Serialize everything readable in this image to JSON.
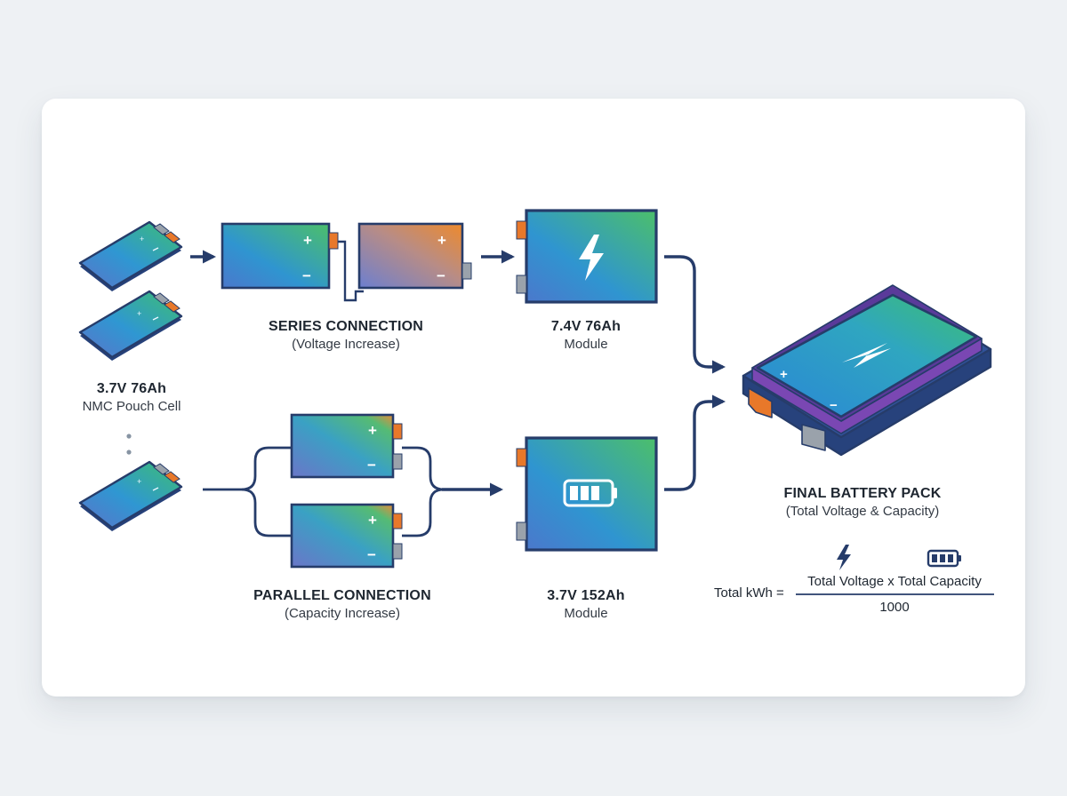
{
  "cell": {
    "title": "3.7V 76Ah",
    "subtitle": "NMC Pouch Cell"
  },
  "series": {
    "title": "SERIES CONNECTION",
    "subtitle": "(Voltage Increase)"
  },
  "parallel": {
    "title": "PARALLEL CONNECTION",
    "subtitle": "(Capacity Increase)"
  },
  "module_series": {
    "title": "7.4V 76Ah",
    "subtitle": "Module"
  },
  "module_parallel": {
    "title": "3.7V 152Ah",
    "subtitle": "Module"
  },
  "pack": {
    "title": "FINAL BATTERY PACK",
    "subtitle": "(Total Voltage & Capacity)"
  },
  "formula": {
    "lhs": "Total kWh =",
    "numerator": "Total Voltage x Total Capacity",
    "denominator": "1000"
  },
  "symbols": {
    "plus": "+",
    "minus": "−"
  },
  "icons": [
    "lightning-bolt-icon",
    "battery-level-icon"
  ],
  "colors": {
    "outline": "#263c6a",
    "positive_terminal": "#e8782a",
    "negative_terminal": "#9aa2ab",
    "cell_gradient_start": "#2a8fd6",
    "cell_gradient_end": "#3ec06e",
    "pack_accent": "#7a47b3"
  }
}
